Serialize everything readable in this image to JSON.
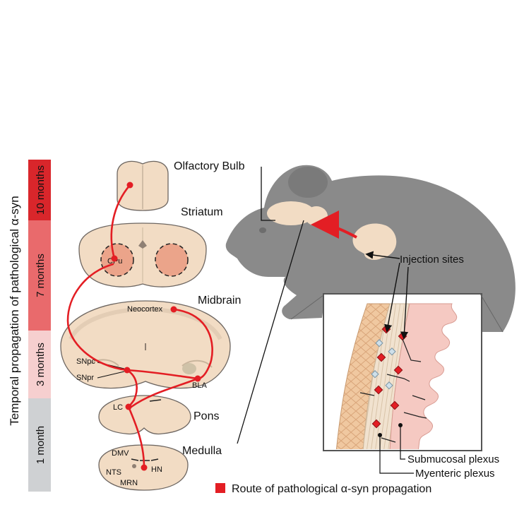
{
  "timeline": {
    "axis_label": "Temporal propagation of pathological α-syn",
    "stages": [
      {
        "label": "10 months",
        "color": "#d9262b"
      },
      {
        "label": "7 months",
        "color": "#e96a6c"
      },
      {
        "label": "3 months",
        "color": "#f6cfcf"
      },
      {
        "label": "1 month",
        "color": "#cfd1d3"
      }
    ]
  },
  "brain_regions": {
    "olfactory_bulb": "Olfactory Bulb",
    "striatum": "Striatum",
    "midbrain": "Midbrain",
    "pons": "Pons",
    "medulla": "Medulla"
  },
  "structures": {
    "cpu": "CPu",
    "neocortex": "Neocortex",
    "snpc": "SNpc",
    "snpr": "SNpr",
    "bla": "BLA",
    "lc": "LC",
    "dmv": "DMV",
    "nts": "NTS",
    "hn": "HN",
    "mrn": "MRN"
  },
  "mouse": {
    "injection_sites": "Injection sites",
    "submucosal_plexus": "Submucosal plexus",
    "myenteric_plexus": "Myenteric plexus"
  },
  "legend": {
    "label": "Route of pathological α-syn propagation",
    "color": "#e31e24"
  },
  "colors": {
    "tissue": "#f2dcc4",
    "tissue_stroke": "#6d6661",
    "route": "#e31e24",
    "mouse": "#8a8a8a",
    "nucleus": "#eba48a"
  }
}
